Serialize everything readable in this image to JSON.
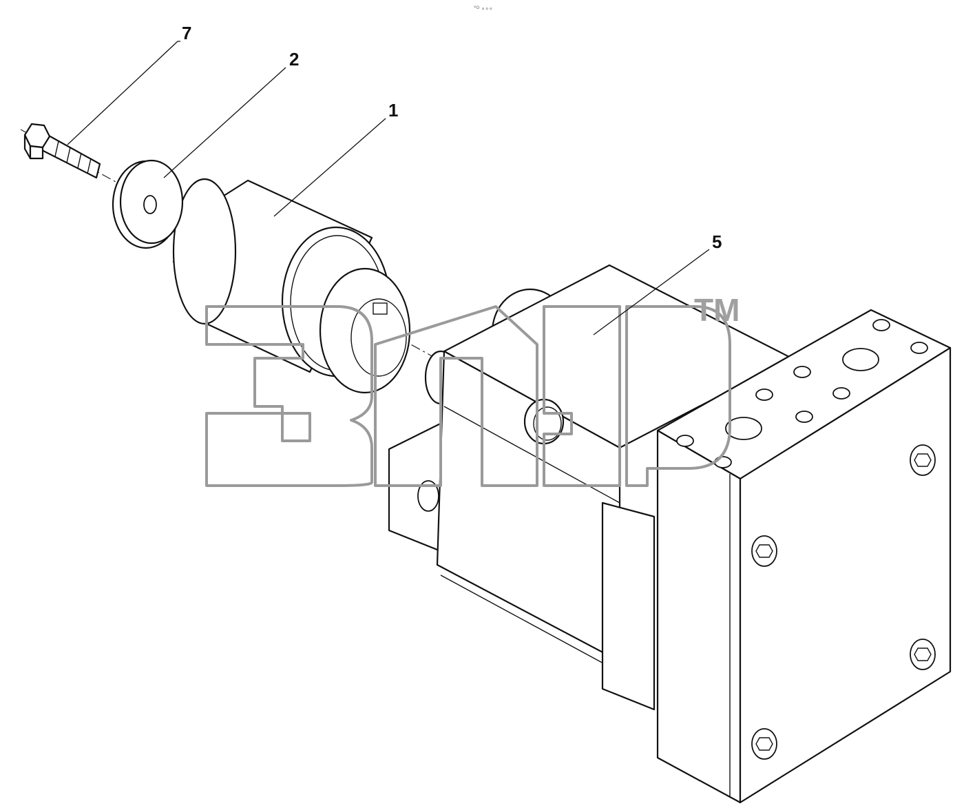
{
  "header": {
    "marker_text": "°ᴼ ∘∘∘"
  },
  "callouts": [
    {
      "id": "7",
      "label": "7"
    },
    {
      "id": "2",
      "label": "2"
    },
    {
      "id": "1",
      "label": "1"
    },
    {
      "id": "5",
      "label": "5"
    }
  ],
  "parts": [
    {
      "callout": "7",
      "icon": "hex-bolt-icon"
    },
    {
      "callout": "2",
      "icon": "washer-icon"
    },
    {
      "callout": "1",
      "icon": "pulley-sleeve-icon"
    },
    {
      "callout": "5",
      "icon": "hydraulic-motor-icon"
    }
  ],
  "watermark": {
    "trademark": "TM",
    "color": "#9a9a9a"
  },
  "colors": {
    "line": "#111111",
    "background": "#ffffff"
  }
}
